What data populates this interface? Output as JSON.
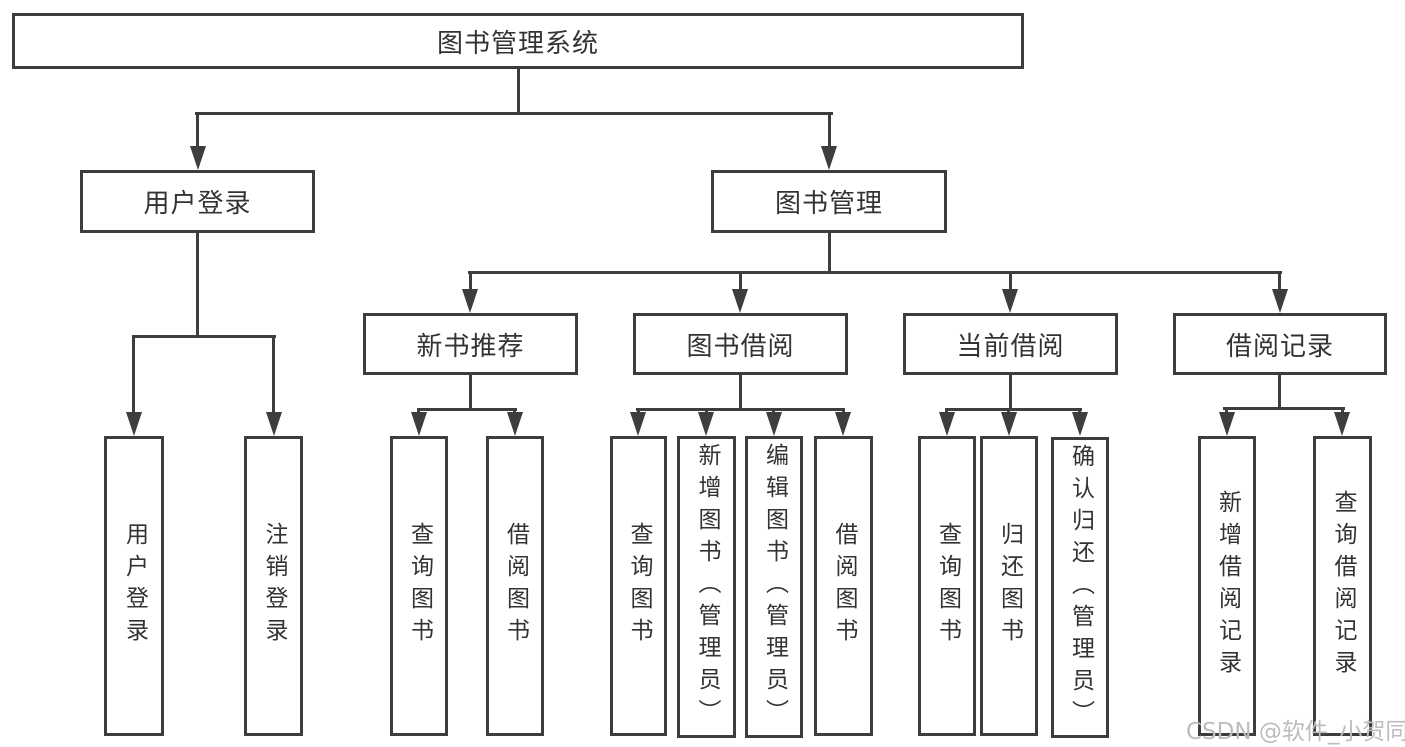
{
  "tree": {
    "root": {
      "label": "图书管理系统"
    },
    "children": [
      {
        "label": "用户登录",
        "children": [
          {
            "label": "用户登录"
          },
          {
            "label": "注销登录"
          }
        ]
      },
      {
        "label": "图书管理",
        "children": [
          {
            "label": "新书推荐",
            "children": [
              {
                "label": "查询图书"
              },
              {
                "label": "借阅图书"
              }
            ]
          },
          {
            "label": "图书借阅",
            "children": [
              {
                "label": "查询图书"
              },
              {
                "label": "新增图书（管理员）"
              },
              {
                "label": "编辑图书（管理员）"
              },
              {
                "label": "借阅图书"
              }
            ]
          },
          {
            "label": "当前借阅",
            "children": [
              {
                "label": "查询图书"
              },
              {
                "label": "归还图书"
              },
              {
                "label": "确认归还（管理员）"
              }
            ]
          },
          {
            "label": "借阅记录",
            "children": [
              {
                "label": "新增借阅记录"
              },
              {
                "label": "查询借阅记录"
              }
            ]
          }
        ]
      }
    ]
  },
  "watermark": "CSDN @软件_小贺同学",
  "colors": {
    "line": "#3d3d3d",
    "text": "#333333",
    "bg": "#ffffff",
    "watermark": "#bdbdbd"
  }
}
